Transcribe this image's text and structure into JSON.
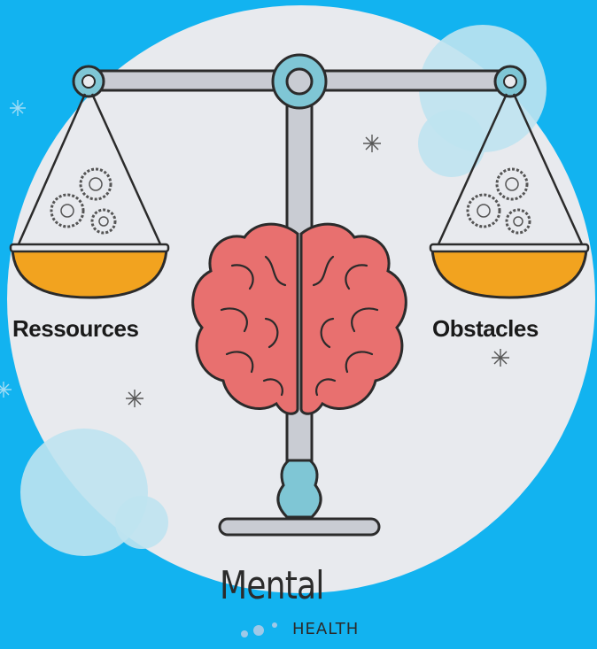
{
  "labels": {
    "left": "Ressources",
    "right": "Obstacles"
  },
  "logo": {
    "title": "Mental",
    "subtitle": "HEALTH"
  },
  "colors": {
    "background": "#12b3f0",
    "circle": "#e8eaee",
    "pan": "#f2a31f",
    "brain": "#e8706f",
    "scale_metal": "#c9ccd3",
    "scale_accent": "#7fc6d5"
  },
  "icons": [
    "gears-icon",
    "brain-icon",
    "sparkle-icon",
    "balance-scale-icon"
  ]
}
